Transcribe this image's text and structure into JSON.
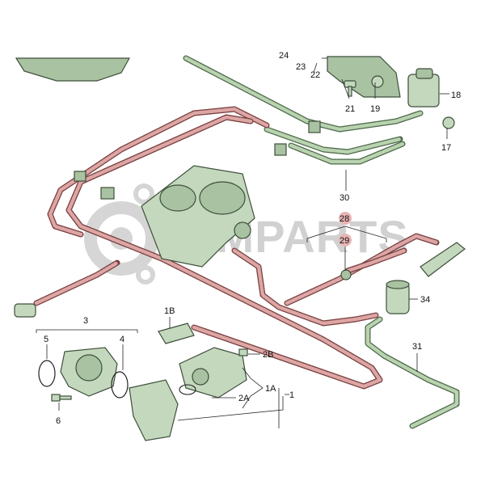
{
  "watermark": {
    "text": "RMPARTS"
  },
  "colors": {
    "hose_green": "#b9d3b1",
    "hose_red": "#dca6a4",
    "part_fill": "#c3d8bd",
    "highlight": "#e8b4b4"
  },
  "labels": {
    "l24": "24",
    "l23": "23",
    "l22": "22",
    "l21": "21",
    "l19": "19",
    "l18": "18",
    "l17": "17",
    "l30": "30",
    "l28": "28",
    "l29": "29",
    "l34": "34",
    "l31": "31",
    "l3": "3",
    "l5": "5",
    "l4": "4",
    "l6": "6",
    "l1B": "1B",
    "l2B": "2B",
    "l2A": "2A",
    "l1A": "1A",
    "l1": "1"
  }
}
